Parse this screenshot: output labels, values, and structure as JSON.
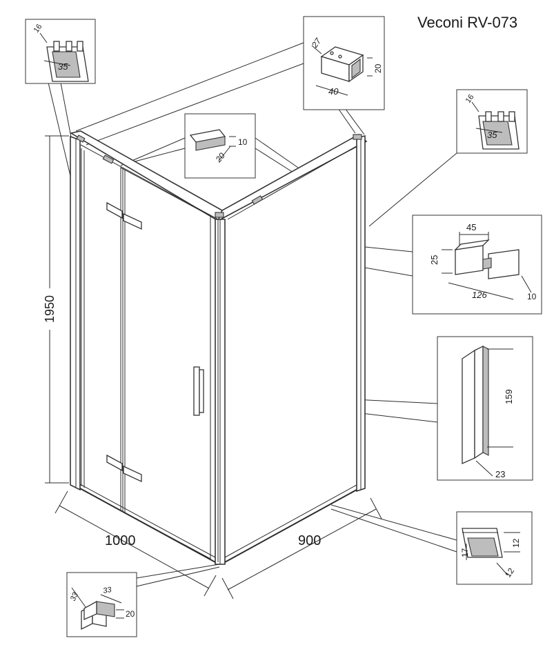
{
  "title": "Veconi RV-073",
  "dimensions": {
    "height": "1950",
    "width_left": "1000",
    "width_right": "900"
  },
  "details": {
    "profile_top_left": {
      "a": "16",
      "b": "35"
    },
    "bracket_top": {
      "a": "27",
      "b": "20",
      "c": "40"
    },
    "profile_right": {
      "a": "16",
      "b": "35"
    },
    "top_bar": {
      "a": "10",
      "b": "20"
    },
    "hinge": {
      "a": "45",
      "b": "25",
      "c": "126",
      "d": "10"
    },
    "handle": {
      "a": "159",
      "b": "23"
    },
    "bottom_profile": {
      "a": "17",
      "b": "12",
      "c": "12"
    },
    "corner_piece": {
      "a": "33",
      "b": "33",
      "c": "20"
    }
  }
}
